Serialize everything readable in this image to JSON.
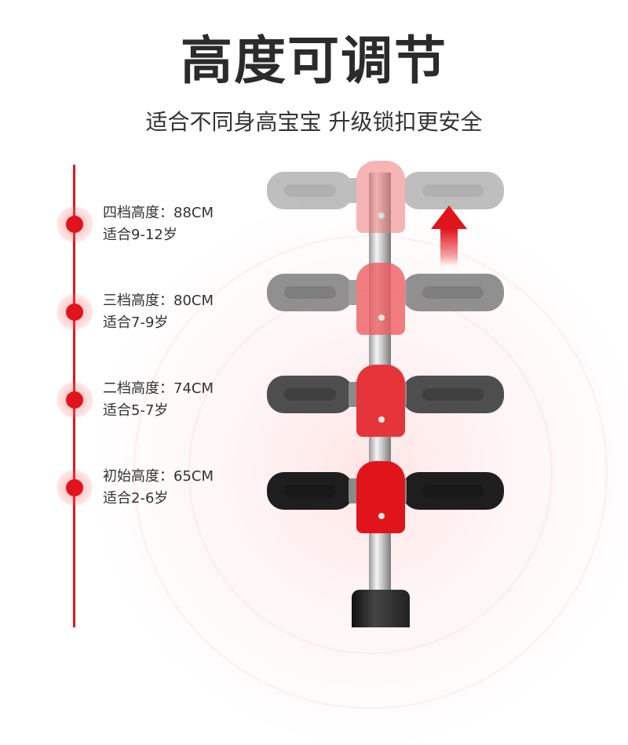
{
  "header": {
    "title": "高度可调节",
    "subtitle": "适合不同身高宝宝 升级锁扣更安全"
  },
  "levels": [
    {
      "height": "四档高度：88CM",
      "age": "适合9-12岁"
    },
    {
      "height": "三档高度：80CM",
      "age": "适合7-9岁"
    },
    {
      "height": "二档高度：74CM",
      "age": "适合5-7岁"
    },
    {
      "height": "初始高度：65CM",
      "age": "适合2-6岁"
    }
  ],
  "colors": {
    "accent": "#e2141b",
    "title": "#2b2b2b",
    "text": "#333333"
  }
}
